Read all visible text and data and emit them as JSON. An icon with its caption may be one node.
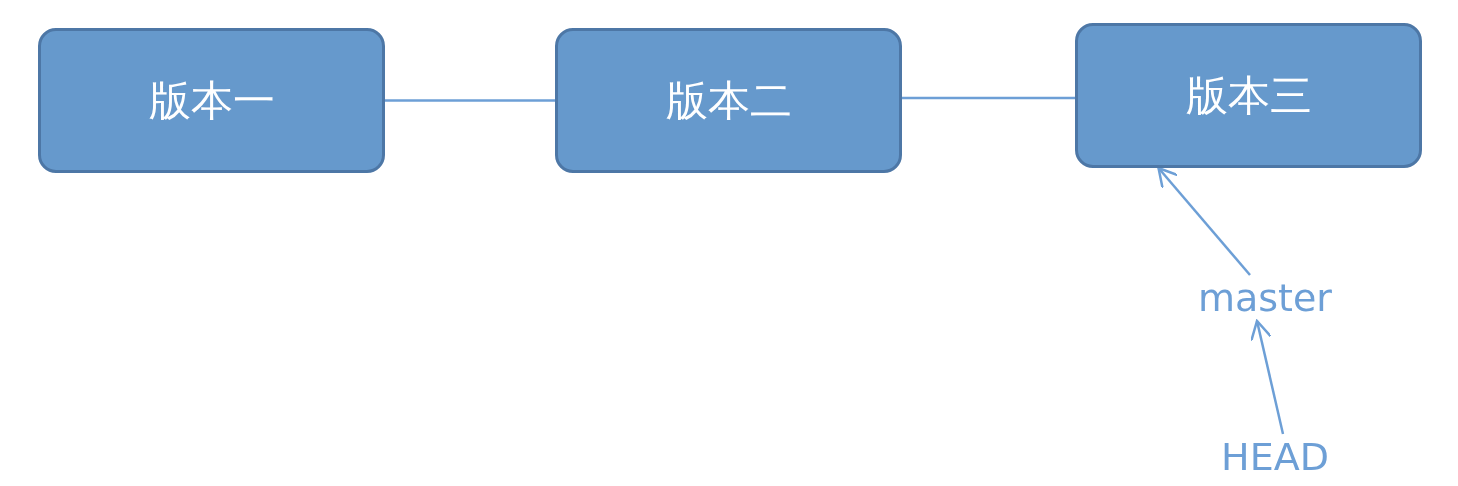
{
  "diagram": {
    "nodes": [
      {
        "text": [
          "版本一"
        ]
      },
      {
        "text": [
          "版本二"
        ]
      },
      {
        "text": [
          "版本三"
        ]
      },
      {
        "text": [
          "master"
        ]
      },
      {
        "text": [
          "HEAD"
        ]
      }
    ],
    "edges": [
      {
        "from": 0,
        "to": 1,
        "arrow": "none"
      },
      {
        "from": 1,
        "to": 2,
        "arrow": "none"
      },
      {
        "from": 3,
        "to": 2,
        "arrow": "to"
      },
      {
        "from": 4,
        "to": 3,
        "arrow": "to"
      }
    ]
  }
}
